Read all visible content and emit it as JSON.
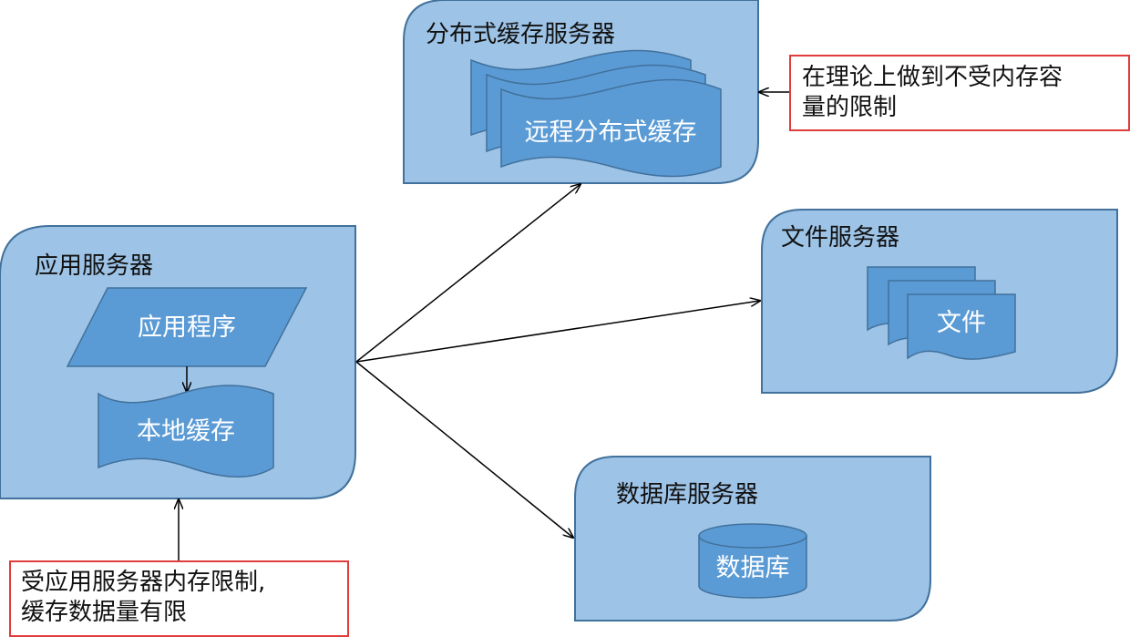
{
  "panels": {
    "app_server": "应用服务器",
    "dist_cache_server": "分布式缓存服务器",
    "file_server": "文件服务器",
    "db_server": "数据库服务器"
  },
  "shapes": {
    "app_program": "应用程序",
    "local_cache": "本地缓存",
    "remote_cache": "远程分布式缓存",
    "file": "文件",
    "database": "数据库"
  },
  "notes": {
    "dist_cache_note": [
      "在理论上做到不受内存容",
      "量的限制"
    ],
    "local_cache_note": [
      "受应用服务器内存限制,",
      "缓存数据量有限"
    ]
  },
  "colors": {
    "panel_fill": "#9dc3e6",
    "panel_stroke": "#41719c",
    "shape_fill": "#5b9bd5",
    "note_border": "#e23b3b"
  }
}
